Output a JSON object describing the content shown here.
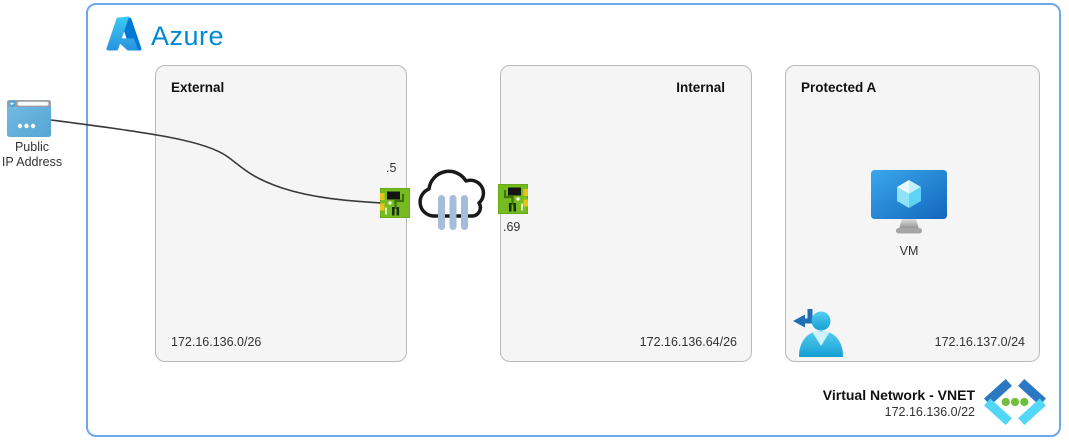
{
  "brand": {
    "name": "Azure"
  },
  "public_ip": {
    "label_line1": "Public",
    "label_line2": "IP Address"
  },
  "subnets": {
    "external": {
      "name": "External",
      "cidr": "172.16.136.0/26"
    },
    "internal": {
      "name": "Internal",
      "cidr": "172.16.136.64/26"
    },
    "protected": {
      "name": "Protected A",
      "cidr": "172.16.137.0/24"
    }
  },
  "nics": {
    "external_ip": ".5",
    "internal_ip": ".69"
  },
  "vm": {
    "label": "VM"
  },
  "vnet": {
    "title": "Virtual Network - VNET",
    "cidr": "172.16.136.0/22"
  },
  "icons": {
    "logo": "azure-logo",
    "public_ip": "public-ip-icon",
    "nic": "nic-icon",
    "cloud": "internet-cloud-icon",
    "vm": "vm-icon",
    "user": "user-signin-icon",
    "vnet": "vnet-icon"
  },
  "colors": {
    "azure_brand_blue": "#0089d6",
    "frame_blue": "#6fa8e8",
    "subnet_fill": "#f5f5f5",
    "subnet_border": "#b9b9b9",
    "nic_green": "#76bc21",
    "nic_yellow": "#e9c319",
    "vnet_dot_green": "#70bf3c",
    "vnet_chevron_blue": "#2b79c2",
    "vnet_chevron_cyan": "#53d7f8",
    "person_cyan": "#2eb8e6",
    "vm_monitor_blue": "#2287d8",
    "cloud_bar_blue": "#a5bdd8"
  }
}
